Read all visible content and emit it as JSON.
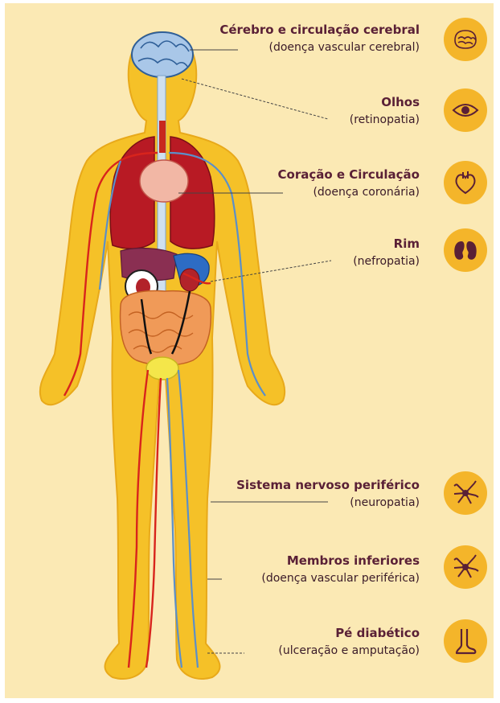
{
  "labels": [
    {
      "title": "Cérebro e circulação cerebral",
      "subtitle": "(doença vascular cerebral)",
      "icon": "brain-icon"
    },
    {
      "title": "Olhos",
      "subtitle": "(retinopatia)",
      "icon": "eye-icon"
    },
    {
      "title": "Coração e Circulação",
      "subtitle": "(doença coronária)",
      "icon": "heart-icon"
    },
    {
      "title": "Rim",
      "subtitle": "(nefropatia)",
      "icon": "kidney-icon"
    },
    {
      "title": "Sistema nervoso periférico",
      "subtitle": "(neuropatia)",
      "icon": "neuron-icon"
    },
    {
      "title": "Membros inferiores",
      "subtitle": "(doença vascular periférica)",
      "icon": "neuron-icon"
    },
    {
      "title": "Pé diabético",
      "subtitle": "(ulceração e amputação)",
      "icon": "foot-icon"
    }
  ],
  "colors": {
    "background": "#fbe9b4",
    "body": "#f5c128",
    "artery": "#d8241c",
    "vein": "#5b8fc9",
    "icon_circle": "#f4b52a",
    "text": "#5a2036"
  }
}
